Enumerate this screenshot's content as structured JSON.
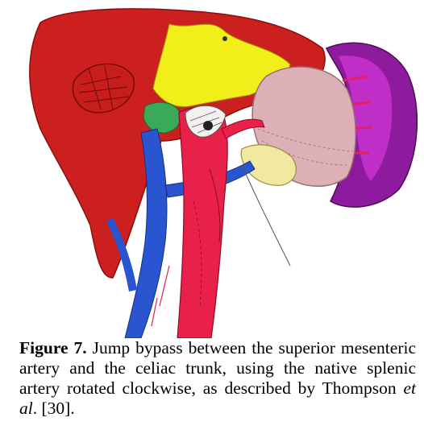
{
  "caption": {
    "label": "Figure 7.",
    "text_before_italic": "Jump bypass between the superior mesenteric artery and the celiac trunk, using the native splenic artery rotated clockwise, as described by Thompson ",
    "italic": "et al",
    "text_after_italic": ". [30]."
  },
  "colors": {
    "liver": "#cc1f1f",
    "gallbladder_area": "#f2ee1a",
    "stomach": "#ddb0b8",
    "spleen": "#8e1a9e",
    "spleen_inner": "#c02ec8",
    "aorta": "#e8204a",
    "vena_cava": "#2a55d0",
    "pancreas_head": "#f2e8a0",
    "duodenum_green": "#3aaa58"
  },
  "icons": [
    "anatomical-illustration"
  ]
}
